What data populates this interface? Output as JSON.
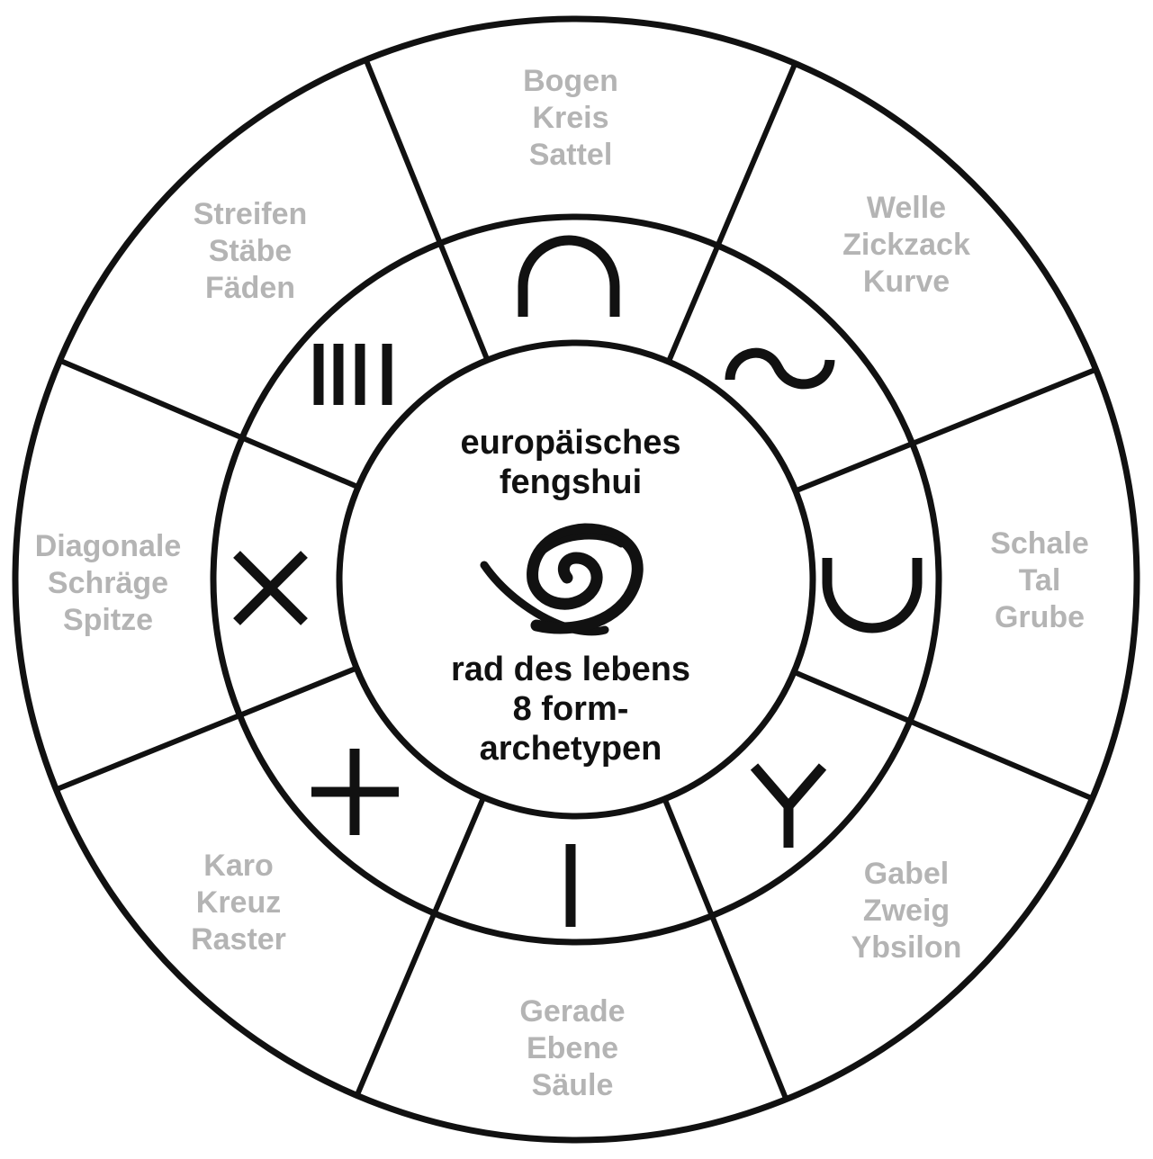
{
  "center": {
    "title_line1": "europäisches",
    "title_line2": "fengshui",
    "subtitle_line1": "rad des lebens",
    "subtitle_line2": "8 form-",
    "subtitle_line3": "archetypen",
    "logo_icon": "spiral-swirl-icon"
  },
  "segments": {
    "top": {
      "symbol": "arch-symbol",
      "words": [
        "Bogen",
        "Kreis",
        "Sattel"
      ]
    },
    "top_right": {
      "symbol": "wave-symbol",
      "words": [
        "Welle",
        "Zickzack",
        "Kurve"
      ]
    },
    "right": {
      "symbol": "bowl-symbol",
      "words": [
        "Schale",
        "Tal",
        "Grube"
      ]
    },
    "bottom_right": {
      "symbol": "y-fork-symbol",
      "words": [
        "Gabel",
        "Zweig",
        "Ybsilon"
      ]
    },
    "bottom": {
      "symbol": "vertical-line-symbol",
      "words": [
        "Gerade",
        "Ebene",
        "Säule"
      ]
    },
    "bottom_left": {
      "symbol": "plus-cross-symbol",
      "words": [
        "Karo",
        "Kreuz",
        "Raster"
      ]
    },
    "left": {
      "symbol": "x-cross-symbol",
      "words": [
        "Diagonale",
        "Schräge",
        "Spitze"
      ]
    },
    "top_left": {
      "symbol": "stripes-symbol",
      "words": [
        "Streifen",
        "Stäbe",
        "Fäden"
      ]
    }
  },
  "colors": {
    "line": "#111111",
    "outer_text": "#b4b4b4",
    "center_text": "#111111",
    "background": "#ffffff"
  }
}
